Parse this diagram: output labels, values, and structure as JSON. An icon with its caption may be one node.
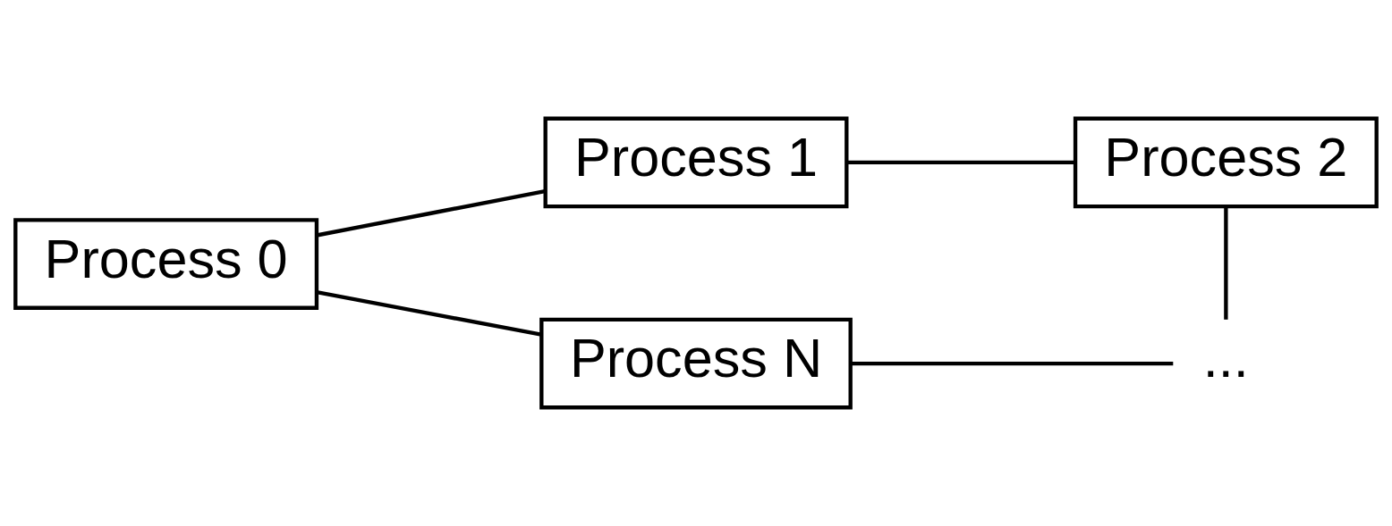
{
  "diagram": {
    "nodes": [
      {
        "text": [
          "Process 0"
        ]
      },
      {
        "text": [
          "Process 1"
        ]
      },
      {
        "text": [
          "Process 2"
        ]
      },
      {
        "text": [
          "..."
        ]
      },
      {
        "text": [
          "Process N"
        ]
      }
    ],
    "edges": [
      {
        "from": 0,
        "to": 1,
        "arrow": "none"
      },
      {
        "from": 1,
        "to": 2,
        "arrow": "none"
      },
      {
        "from": 2,
        "to": 3,
        "arrow": "none"
      },
      {
        "from": 3,
        "to": 4,
        "arrow": "none"
      },
      {
        "from": 4,
        "to": 0,
        "arrow": "none"
      }
    ]
  }
}
